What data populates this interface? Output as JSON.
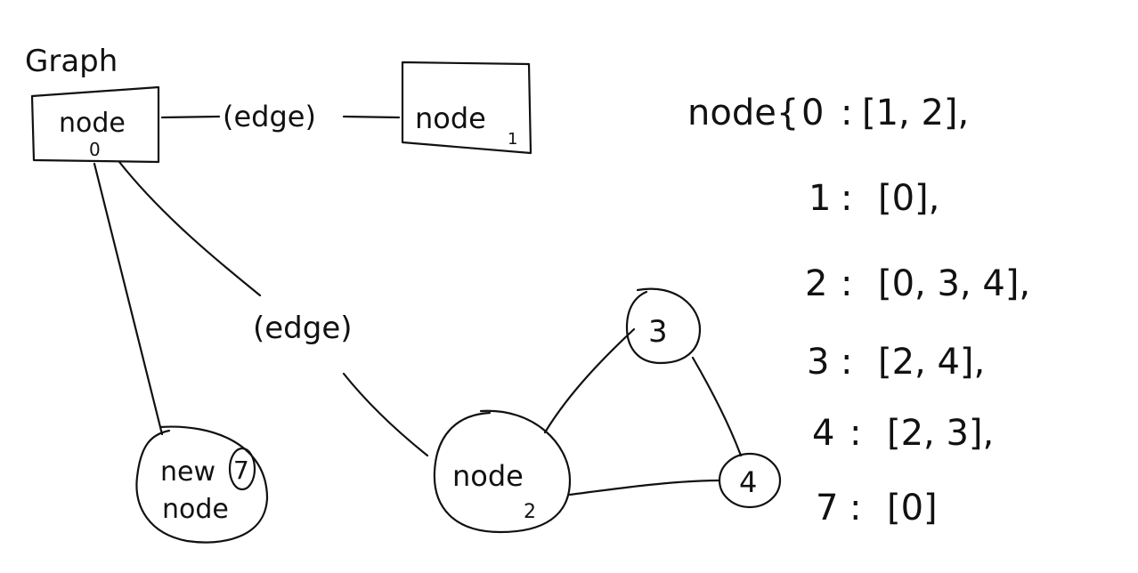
{
  "title": "Graph",
  "nodes": {
    "node0": {
      "label": "node",
      "sub": "0"
    },
    "node1": {
      "label": "node",
      "sub": "1"
    },
    "node2": {
      "label": "node",
      "sub": "2"
    },
    "node3": {
      "label": "3"
    },
    "node4": {
      "label": "4"
    },
    "node7": {
      "label_line1": "new",
      "label_line2": "node",
      "id": "7"
    }
  },
  "edge_labels": {
    "top": "(edge)",
    "middle": "(edge)"
  },
  "adjacency": {
    "prefix": "node{",
    "rows": [
      {
        "key": "0",
        "sep": ":",
        "list": "[1, 2],",
        "tail": ","
      },
      {
        "key": "1",
        "sep": ":",
        "list": "[0],",
        "tail": ","
      },
      {
        "key": "2",
        "sep": ":",
        "list": "[0, 3, 4],",
        "tail": ","
      },
      {
        "key": "3",
        "sep": ":",
        "list": "[2, 4],",
        "tail": ","
      },
      {
        "key": "4",
        "sep": ":",
        "list": "[2, 3],",
        "tail": ","
      },
      {
        "key": "7",
        "sep": ":",
        "list": "[0]",
        "tail": ""
      }
    ]
  }
}
